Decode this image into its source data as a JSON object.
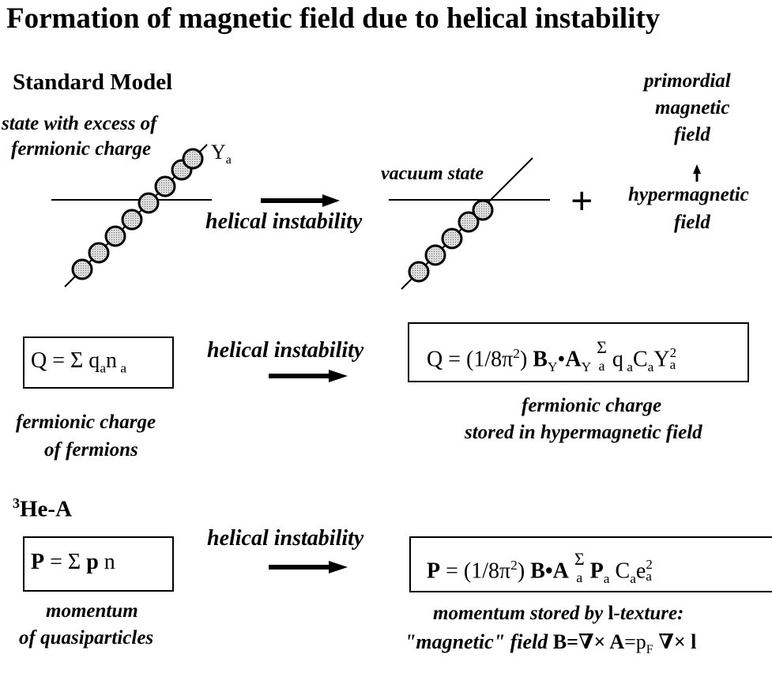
{
  "title": "Formation of magnetic field due to helical instability",
  "sm": {
    "heading": "Standard Model",
    "excess_line1": "state with excess of",
    "excess_line2": "fermionic charge",
    "ya_main": "Y",
    "ya_sub": "a",
    "vacuum": "vacuum state",
    "helical": "helical instability",
    "plus": "+",
    "prim1": "primordial",
    "prim2": "magnetic",
    "prim3": "field",
    "hyper1": "hypermagnetic",
    "hyper2": "field"
  },
  "eq1": {
    "left": "Q =  Σ q",
    "left_sub1": "a",
    "left_n": "n",
    "left_sub2": " a",
    "helical": "helical instability",
    "right_pre": "Q = (1/8π",
    "right_sup": "2",
    "right_paren": ") ",
    "right_B": "B",
    "right_Bsub": "Y",
    "right_dot": "•",
    "right_A": "A",
    "right_Asub": "Y",
    "right_sum": "Σ",
    "right_sum_sub": "a",
    "right_q": " q",
    "right_qsub": " a",
    "right_C": "C",
    "right_Csub": "a",
    "right_Y": "Y",
    "right_Ysup": "2",
    "right_Ysub": "a",
    "cap_left1": "fermionic charge",
    "cap_left2": "of fermions",
    "cap_right1": "fermionic charge",
    "cap_right2": "stored in hypermagnetic field"
  },
  "he": {
    "heading_sup": "3",
    "heading": "He-A",
    "helical": "helical instability",
    "left_P": "P",
    "left_eq": " =  Σ ",
    "left_p": "p",
    "left_n": " n",
    "right_P": "P",
    "right_pre": " = (1/8π",
    "right_sup": "2",
    "right_paren": ") ",
    "right_BA": "B•A",
    "right_sum": " Σ",
    "right_sum_sub": "a",
    "right_P2": " P",
    "right_P2sub": "a",
    "right_C": " C",
    "right_Csub": "a",
    "right_e": "e",
    "right_esup": "2",
    "right_esub": "a",
    "cap_left1": "momentum",
    "cap_left2": "of quasiparticles",
    "cap_right1_a": "momentum stored by ",
    "cap_right1_l": "l",
    "cap_right1_b": "-texture:",
    "cap_right2_a": "\"magnetic\" field ",
    "cap_right2_b": "B=∇× A",
    "cap_right2_c": "=p",
    "cap_right2_sub": "F",
    "cap_right2_d": " ∇× l"
  }
}
